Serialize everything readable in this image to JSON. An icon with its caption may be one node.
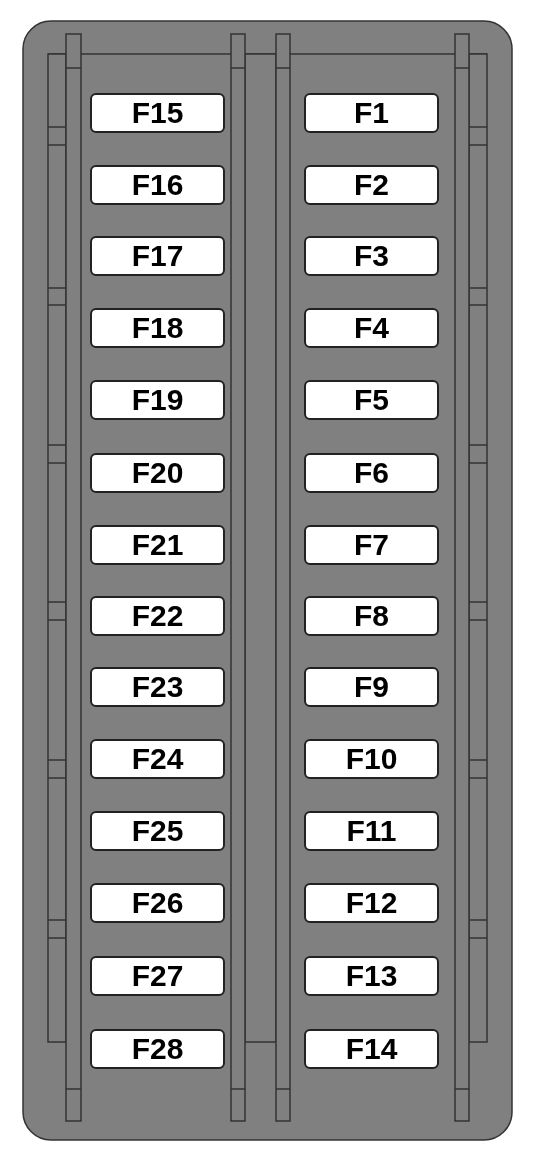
{
  "diagram": {
    "nodes": [
      {
        "text": [
          "F15"
        ]
      },
      {
        "text": [
          "F1"
        ]
      },
      {
        "text": [
          "F16"
        ]
      },
      {
        "text": [
          "F2"
        ]
      },
      {
        "text": [
          "F17"
        ]
      },
      {
        "text": [
          "F3"
        ]
      },
      {
        "text": [
          "F18"
        ]
      },
      {
        "text": [
          "F4"
        ]
      },
      {
        "text": [
          "F19"
        ]
      },
      {
        "text": [
          "F5"
        ]
      },
      {
        "text": [
          "F20"
        ]
      },
      {
        "text": [
          "F6"
        ]
      },
      {
        "text": [
          "F21"
        ]
      },
      {
        "text": [
          "F7"
        ]
      },
      {
        "text": [
          "F22"
        ]
      },
      {
        "text": [
          "F8"
        ]
      },
      {
        "text": [
          "F23"
        ]
      },
      {
        "text": [
          "F9"
        ]
      },
      {
        "text": [
          "F24"
        ]
      },
      {
        "text": [
          "F10"
        ]
      },
      {
        "text": [
          "F25"
        ]
      },
      {
        "text": [
          "F11"
        ]
      },
      {
        "text": [
          "F26"
        ]
      },
      {
        "text": [
          "F12"
        ]
      },
      {
        "text": [
          "F27"
        ]
      },
      {
        "text": [
          "F13"
        ]
      },
      {
        "text": [
          "F28"
        ]
      },
      {
        "text": [
          "F14"
        ]
      }
    ]
  }
}
